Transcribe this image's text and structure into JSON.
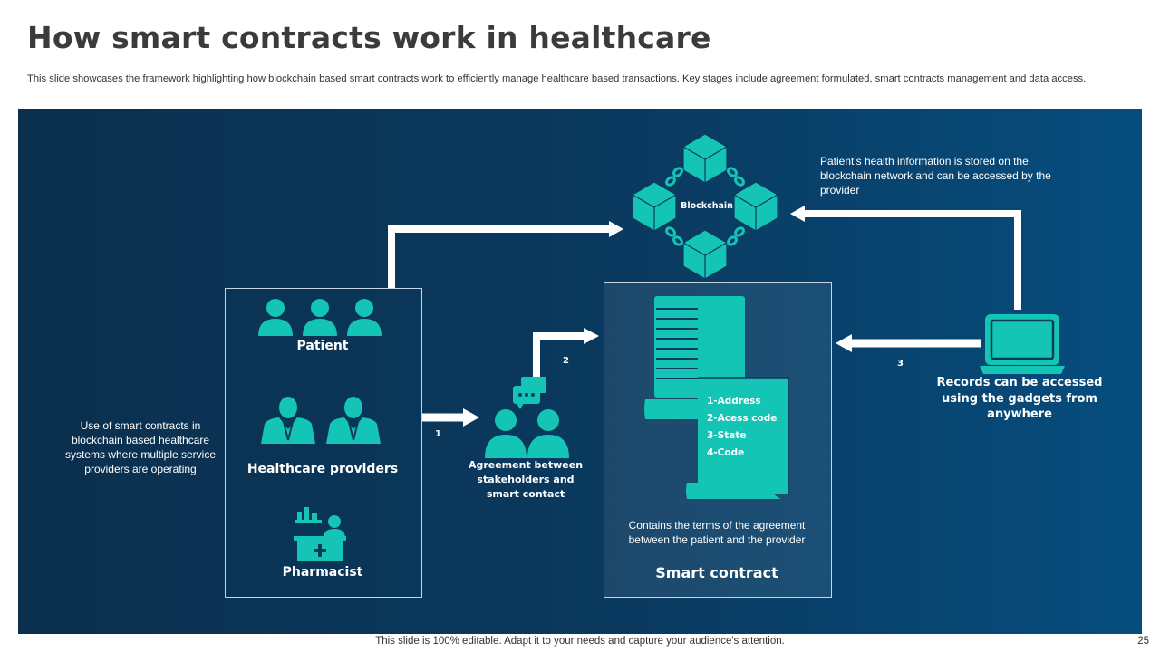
{
  "slide": {
    "title": "How smart contracts work in healthcare",
    "subtitle": "This slide showcases the framework highlighting how blockchain based smart contracts work to efficiently manage healthcare based transactions. Key stages include agreement formulated, smart contracts management and data access.",
    "footer": "This slide is 100% editable. Adapt it to your needs and capture your audience's attention.",
    "page_number": "25"
  },
  "colors": {
    "teal": "#14c4b4",
    "panel_dark": "#0b2f4d",
    "panel_light": "#064d7e",
    "arrow": "#ffffff"
  },
  "diagram": {
    "left_note": "Use of smart contracts in blockchain based healthcare systems where multiple service providers are operating",
    "stakeholders": {
      "patient": "Patient",
      "healthcare_providers": "Healthcare providers",
      "pharmacist": "Pharmacist"
    },
    "agreement_label": "Agreement between stakeholders and smart contact",
    "blockchain_label": "Blockchain",
    "blockchain_note": "Patient's health information is stored on the blockchain network and can be accessed by the provider",
    "smart_contract": {
      "fields": [
        "1-Address",
        "2-Acess code",
        "3-State",
        "4-Code"
      ],
      "note": "Contains the terms of the agreement between the patient and the provider",
      "title": "Smart contract"
    },
    "records_label": "Records can be accessed using the gadgets from anywhere",
    "steps": [
      "1",
      "2",
      "3"
    ]
  }
}
